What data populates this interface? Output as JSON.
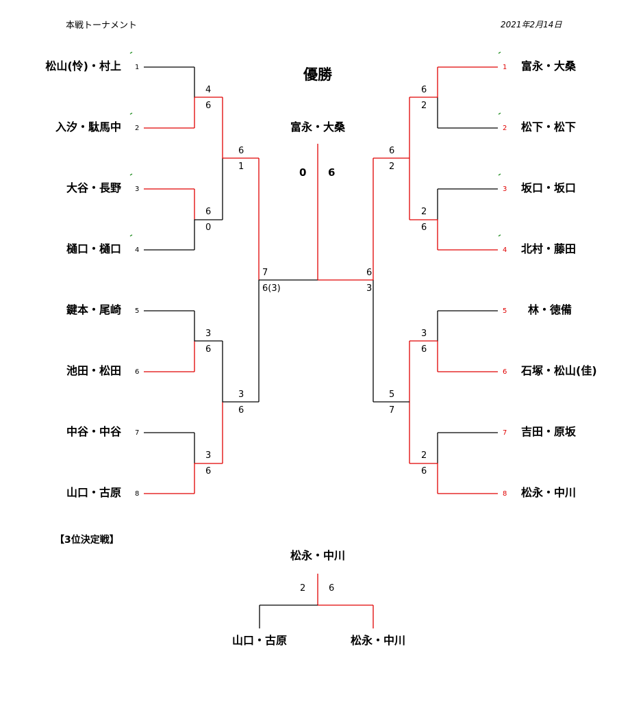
{
  "header": {
    "title": "本戦トーナメント",
    "date": "2021年2月14日"
  },
  "colors": {
    "winner_line": "#e00000",
    "line": "#000000",
    "seed_mark": "#1a8a1a"
  },
  "left_teams": [
    {
      "seed": "1",
      "name": "松山(怜)・村上"
    },
    {
      "seed": "2",
      "name": "入汐・駄馬中"
    },
    {
      "seed": "3",
      "name": "大谷・長野"
    },
    {
      "seed": "4",
      "name": "樋口・樋口"
    },
    {
      "seed": "5",
      "name": "鍵本・尾崎"
    },
    {
      "seed": "6",
      "name": "池田・松田"
    },
    {
      "seed": "7",
      "name": "中谷・中谷"
    },
    {
      "seed": "8",
      "name": "山口・古原"
    }
  ],
  "right_teams": [
    {
      "seed": "1",
      "name": "富永・大桑"
    },
    {
      "seed": "2",
      "name": "松下・松下"
    },
    {
      "seed": "3",
      "name": "坂口・坂口"
    },
    {
      "seed": "4",
      "name": "北村・藤田"
    },
    {
      "seed": "5",
      "name": "林・徳備"
    },
    {
      "seed": "6",
      "name": "石塚・松山(佳)"
    },
    {
      "seed": "7",
      "name": "吉田・原坂"
    },
    {
      "seed": "8",
      "name": "松永・中川"
    }
  ],
  "left_scores": {
    "r1": [
      [
        "4",
        "6"
      ],
      [
        "6",
        "0"
      ],
      [
        "3",
        "6"
      ],
      [
        "3",
        "6"
      ]
    ],
    "r2": [
      [
        "6",
        "1"
      ],
      [
        "3",
        "6"
      ]
    ],
    "semi": [
      "7",
      "6(3)"
    ]
  },
  "right_scores": {
    "r1": [
      [
        "6",
        "2"
      ],
      [
        "2",
        "6"
      ],
      [
        "3",
        "6"
      ],
      [
        "2",
        "6"
      ]
    ],
    "r2": [
      [
        "6",
        "2"
      ],
      [
        "5",
        "7"
      ]
    ],
    "semi": [
      "6",
      "3"
    ]
  },
  "final": {
    "label": "優勝",
    "champion": "富永・大桑",
    "left_score": "0",
    "right_score": "6"
  },
  "third_place": {
    "label": "【3位決定戦】",
    "winner": "松永・中川",
    "left_team": "山口・古原",
    "right_team": "松永・中川",
    "left_score": "2",
    "right_score": "6"
  }
}
